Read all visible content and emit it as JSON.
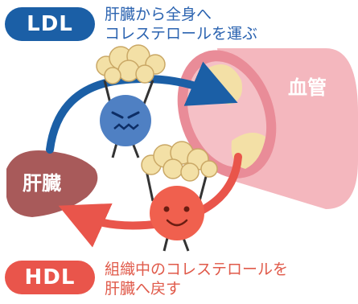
{
  "ldl": {
    "badge": "LDL",
    "line1": "肝臓から全身へ",
    "line2": "コレステロールを運ぶ"
  },
  "hdl": {
    "badge": "HDL",
    "line1": "組織中のコレステロールを",
    "line2": "肝臓へ戻す"
  },
  "labels": {
    "liver": "肝臓",
    "vessel": "血管"
  },
  "colors": {
    "ldl_blue": "#1b5fa6",
    "hdl_red": "#e9554b",
    "ldl_text": "#2b63b0",
    "hdl_text": "#e05a4a",
    "liver": "#a85a5a",
    "vessel": "#f1a5ae",
    "vessel_inner": "#e98c98",
    "cholesterol": "#f3e0a6",
    "ldl_ball": "#4f80c3",
    "hdl_ball": "#f0604e"
  }
}
